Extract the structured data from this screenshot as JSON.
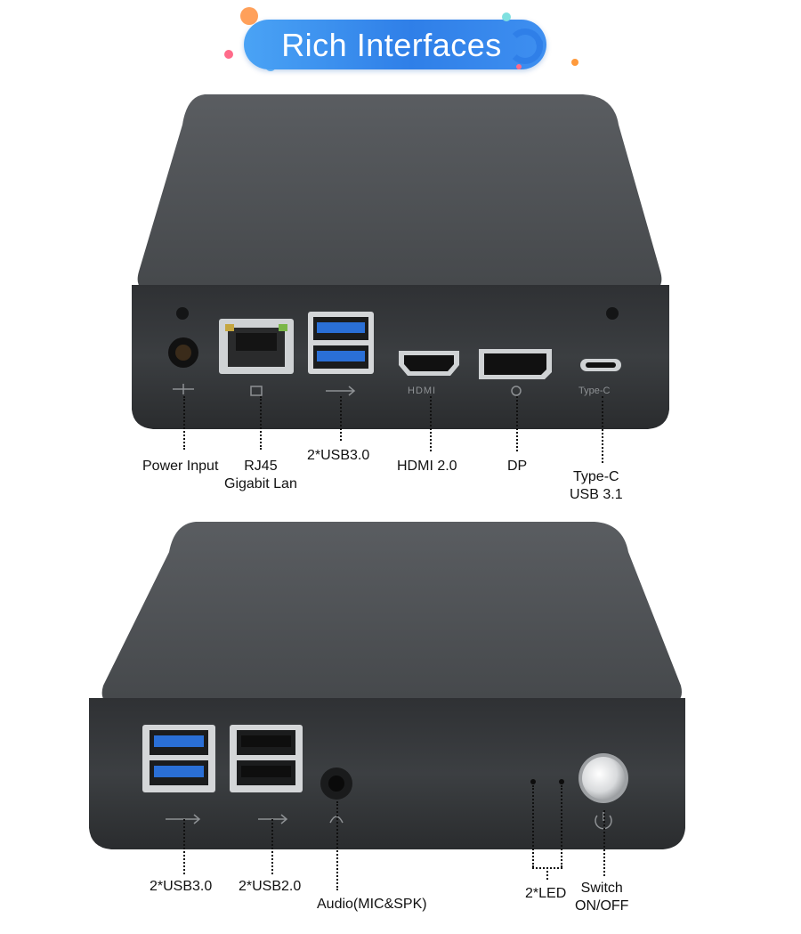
{
  "banner": {
    "title": "Rich Interfaces"
  },
  "top_panel": {
    "callouts": [
      {
        "id": "power",
        "lines": [
          "Power Input"
        ]
      },
      {
        "id": "rj45",
        "lines": [
          "RJ45",
          "Gigabit Lan"
        ]
      },
      {
        "id": "usb30",
        "lines": [
          "2*USB3.0"
        ]
      },
      {
        "id": "hdmi",
        "lines": [
          "HDMI 2.0"
        ]
      },
      {
        "id": "dp",
        "lines": [
          "DP"
        ]
      },
      {
        "id": "typec",
        "lines": [
          "Type-C",
          "USB 3.1"
        ]
      }
    ],
    "port_silkscreen": {
      "hdmi": "HDMI",
      "typec": "Type-C"
    }
  },
  "bottom_panel": {
    "callouts": [
      {
        "id": "usb30",
        "lines": [
          "2*USB3.0"
        ]
      },
      {
        "id": "usb20",
        "lines": [
          "2*USB2.0"
        ]
      },
      {
        "id": "audio",
        "lines": [
          "Audio(MIC&SPK)"
        ]
      },
      {
        "id": "led",
        "lines": [
          "2*LED"
        ]
      },
      {
        "id": "switch",
        "lines": [
          "Switch",
          "ON/OFF"
        ]
      }
    ]
  },
  "colors": {
    "banner_blue": "#2f7fe8",
    "case_dark": "#3b3d40",
    "usb3_blue": "#2a6fd6"
  }
}
